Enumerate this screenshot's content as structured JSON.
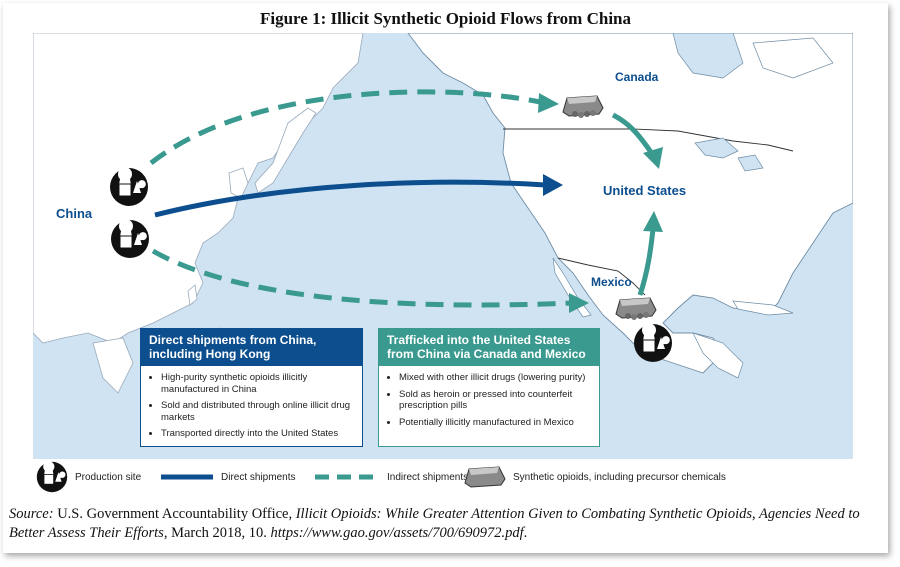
{
  "title": "Figure 1: Illicit Synthetic Opioid Flows from China",
  "map": {
    "labels": {
      "china": "China",
      "canada": "Canada",
      "united_states": "United States",
      "mexico": "Mexico"
    },
    "colors": {
      "ocean": "#cfe3f3",
      "land": "#ffffff",
      "direct": "#0c4e8e",
      "indirect": "#3a9a8f"
    }
  },
  "direct_box": {
    "heading": "Direct shipments from China, including Hong Kong",
    "items": [
      "High-purity synthetic opioids illicitly manufactured in China",
      "Sold and distributed through online illicit drug markets",
      "Transported directly into the United States"
    ]
  },
  "trafficked_box": {
    "heading": "Trafficked into the United States from China via Canada and Mexico",
    "items": [
      "Mixed with other illicit drugs (lowering purity)",
      "Sold as heroin or pressed into counterfeit prescription pills",
      "Potentially illicitly manufactured in Mexico"
    ]
  },
  "legend": {
    "production_site": "Production site",
    "direct": "Direct shipments",
    "indirect": "Indirect shipments",
    "opioids": "Synthetic opioids, including precursor chemicals",
    "icons": [
      "production-site-icon",
      "opioid-pile-icon"
    ]
  },
  "source": {
    "prefix": "Source:",
    "org": " U.S. Government Accountability Office, ",
    "report": "Illicit Opioids: While Greater Attention Given to Combating Synthetic Opioids, Agencies Need to Better Assess Their Efforts",
    "date": ", March 2018, 10. ",
    "url": "https://www.gao.gov/assets/700/690972.pdf",
    "end": "."
  }
}
